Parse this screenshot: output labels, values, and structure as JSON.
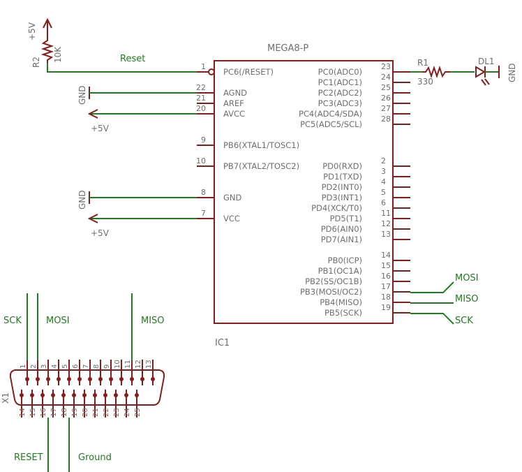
{
  "ic": {
    "part": "MEGA8-P",
    "ref": "IC1",
    "left_pins": [
      {
        "num": "1",
        "name": "PC6(/RESET)"
      },
      {
        "num": "22",
        "name": "AGND"
      },
      {
        "num": "21",
        "name": "AREF"
      },
      {
        "num": "20",
        "name": "AVCC"
      },
      {
        "num": "9",
        "name": "PB6(XTAL1/TOSC1)"
      },
      {
        "num": "10",
        "name": "PB7(XTAL2/TOSC2)"
      },
      {
        "num": "8",
        "name": "GND"
      },
      {
        "num": "7",
        "name": "VCC"
      }
    ],
    "right_pins": [
      {
        "num": "23",
        "name": "PC0(ADC0)"
      },
      {
        "num": "24",
        "name": "PC1(ADC1)"
      },
      {
        "num": "25",
        "name": "PC2(ADC2)"
      },
      {
        "num": "26",
        "name": "PC3(ADC3)"
      },
      {
        "num": "27",
        "name": "PC4(ADC4/SDA)"
      },
      {
        "num": "28",
        "name": "PC5(ADC5/SCL)"
      },
      {
        "num": "2",
        "name": "PD0(RXD)"
      },
      {
        "num": "3",
        "name": "PD1(TXD)"
      },
      {
        "num": "4",
        "name": "PD2(INT0)"
      },
      {
        "num": "5",
        "name": "PD3(INT1)"
      },
      {
        "num": "6",
        "name": "PD4(XCK/T0)"
      },
      {
        "num": "11",
        "name": "PD5(T1)"
      },
      {
        "num": "12",
        "name": "PD6(AIN0)"
      },
      {
        "num": "13",
        "name": "PD7(AIN1)"
      },
      {
        "num": "14",
        "name": "PB0(ICP)"
      },
      {
        "num": "15",
        "name": "PB1(OC1A)"
      },
      {
        "num": "16",
        "name": "PB2(SS/OC1B)"
      },
      {
        "num": "17",
        "name": "PB3(MOSI/OC2)"
      },
      {
        "num": "18",
        "name": "PB4(MISO)"
      },
      {
        "num": "19",
        "name": "PB5(SCK)"
      }
    ]
  },
  "r2": {
    "ref": "R2",
    "value": "10K",
    "supply": "+5V"
  },
  "r1": {
    "ref": "R1",
    "value": "330"
  },
  "led": {
    "ref": "DL1",
    "gnd": "GND"
  },
  "nets": {
    "reset": "Reset",
    "gnd_top": "GND",
    "vcc_top": "+5V",
    "gnd_mid": "GND",
    "vcc_mid": "+5V",
    "mosi": "MOSI",
    "miso": "MISO",
    "sck": "SCK"
  },
  "connector": {
    "ref": "X1",
    "top_pins": [
      "1",
      "2",
      "3",
      "4",
      "5",
      "6",
      "7",
      "8",
      "9",
      "10",
      "11",
      "12",
      "13"
    ],
    "bottom_pins": [
      "14",
      "15",
      "16",
      "17",
      "18",
      "19",
      "20",
      "21",
      "22",
      "23",
      "24",
      "25"
    ],
    "labels": {
      "sck": "SCK",
      "mosi": "MOSI",
      "miso": "MISO",
      "reset": "RESET",
      "ground": "Ground"
    }
  }
}
